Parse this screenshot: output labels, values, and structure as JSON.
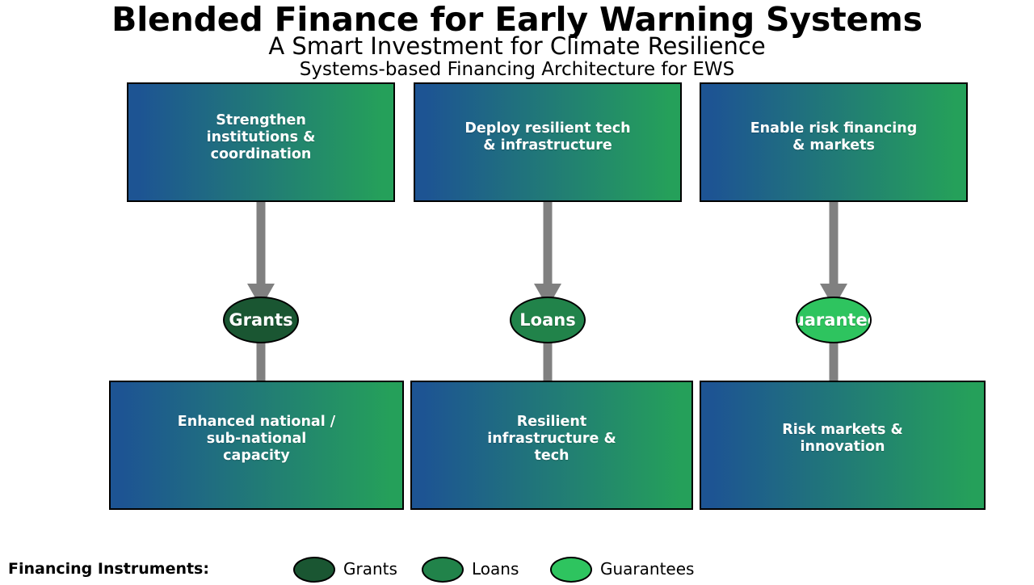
{
  "header": {
    "title": "Blended Finance for Early Warning Systems",
    "subtitle": "A Smart Investment for Climate Resilience",
    "subsubtitle": "Systems-based Financing Architecture for EWS"
  },
  "colors": {
    "box_gradient_start": "#1d5493",
    "box_gradient_end": "#25a05a",
    "arrow": "#808080",
    "border": "#000000",
    "grants": "#1a5632",
    "loans": "#21834a",
    "guarantees": "#2ec45f",
    "text_on_box": "#ffffff",
    "background": "#ffffff"
  },
  "diagram": {
    "pillars": [
      {
        "id": "institutions",
        "action": "Strengthen\ninstitutions &\ncoordination",
        "instrument": "Grants",
        "instrument_color": "#1a5632",
        "outcome": "Enhanced national /\nsub-national\ncapacity"
      },
      {
        "id": "technology",
        "action": "Deploy resilient tech\n& infrastructure",
        "instrument": "Loans",
        "instrument_color": "#21834a",
        "outcome": "Resilient\ninfrastructure &\ntech"
      },
      {
        "id": "risk-finance",
        "action": "Enable risk financing\n& markets",
        "instrument": "Guarantees",
        "instrument_color": "#2ec45f",
        "outcome": "Risk markets &\ninnovation"
      }
    ]
  },
  "legend": {
    "title": "Financing Instruments:",
    "items": [
      {
        "label": "Grants",
        "color": "#1a5632"
      },
      {
        "label": "Loans",
        "color": "#21834a"
      },
      {
        "label": "Guarantees",
        "color": "#2ec45f"
      }
    ]
  }
}
